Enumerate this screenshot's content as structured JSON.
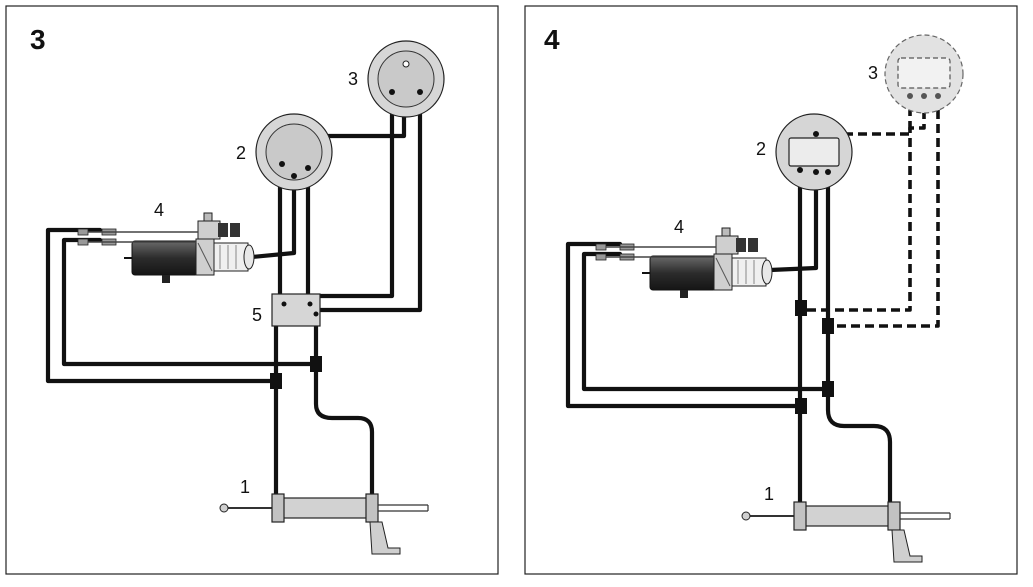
{
  "panels": [
    {
      "number": "3",
      "labels": {
        "cylinder": "1",
        "helm_lower": "2",
        "helm_upper": "3",
        "pump": "4",
        "valve": "5"
      }
    },
    {
      "number": "4",
      "labels": {
        "cylinder": "1",
        "helm_lower": "2",
        "helm_upper": "3",
        "pump": "4"
      }
    }
  ]
}
